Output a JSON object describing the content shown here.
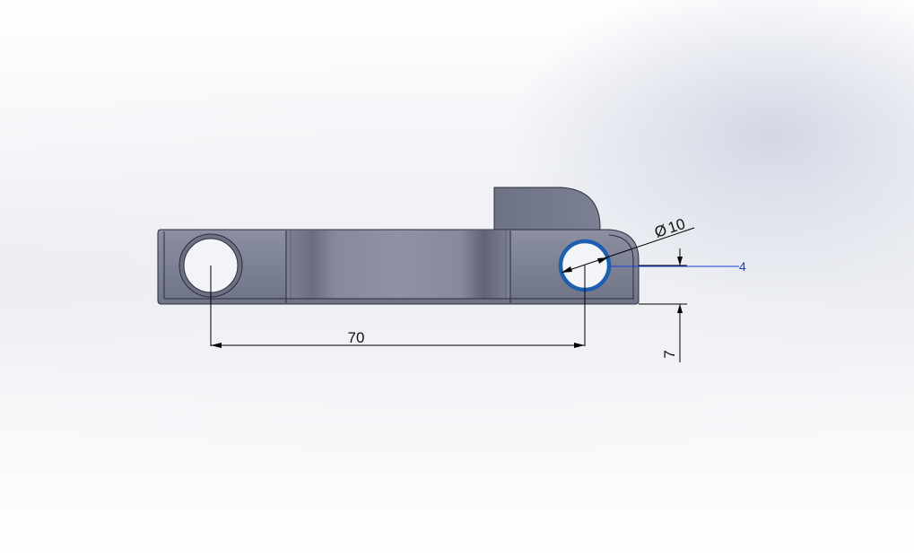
{
  "dimensions": {
    "hole_spacing": "70",
    "hole_diameter": "10",
    "diameter_symbol": "Ø",
    "offset_height": "7",
    "selected_callout": "4"
  },
  "colors": {
    "part_body": "#7c8093",
    "part_dark": "#5e6274",
    "part_light": "#9a9eb0",
    "selection": "#1d5fae",
    "dimension_line": "#000000",
    "callout_line": "#1a3fd6"
  }
}
